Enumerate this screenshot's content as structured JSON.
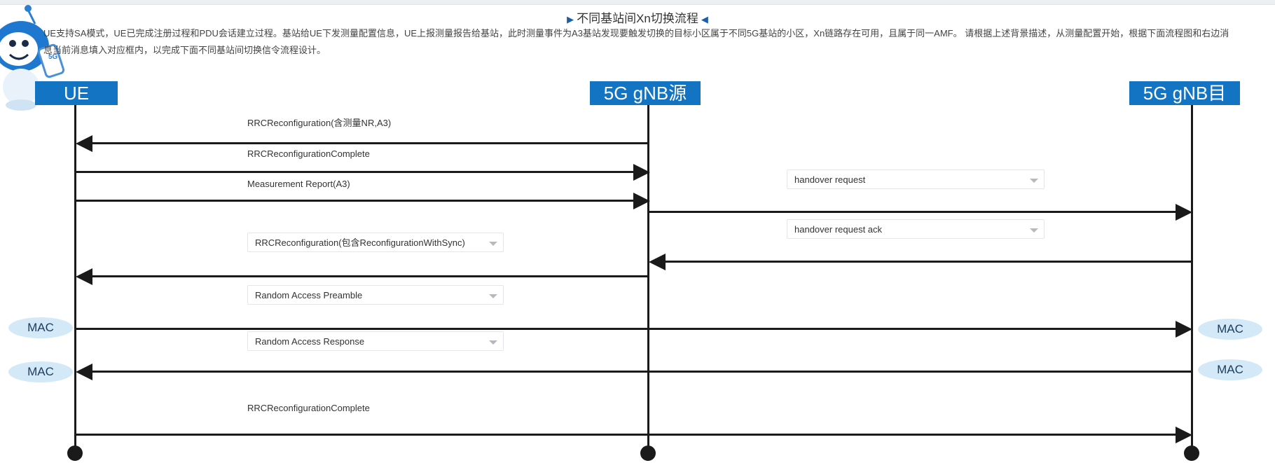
{
  "page": {
    "title": "不同基站间Xn切换流程",
    "description_lines": [
      "UE支持SA模式，UE已完成注册过程和PDU会话建立过程。基站给UE下发测量配置信息，UE上报测量报告给基站，此时测量事件为A3基站发现要触发切换的目标小区属于不同5G基站的小区，Xn链路存在可用，且属于同一AMF。 请根据上述背景描述，从测量配置开始，根据下面流程图和右边消",
      "息当前消息填入对应框内，以完成下面不同基站间切换信令流程设计。"
    ]
  },
  "entities": {
    "ue": "UE",
    "source": "5G gNB源",
    "target": "5G gNB目"
  },
  "messages": {
    "m1": "RRCReconfiguration(含测量NR,A3)",
    "m2": "RRCReconfigurationComplete",
    "m3": "Measurement Report(A3)",
    "m9": "RRCReconfigurationComplete"
  },
  "selects": {
    "handover_request": "handover request",
    "handover_request_ack": "handover request ack",
    "rrc_reconfig_sync": "RRCReconfiguration(包含ReconfigurationWithSync)",
    "ra_preamble": "Random Access Preamble",
    "ra_response": "Random Access Response"
  },
  "mac_badges": {
    "left_1": "MAC",
    "right_1": "MAC",
    "left_2": "MAC",
    "right_2": "MAC"
  },
  "mascot": {
    "badge_text": "5G"
  },
  "colors": {
    "entity_bg": "#1474c4",
    "mac_bg": "#d4e9f8",
    "line": "#1a1a1a",
    "title_arrow": "#1a5fa8"
  }
}
